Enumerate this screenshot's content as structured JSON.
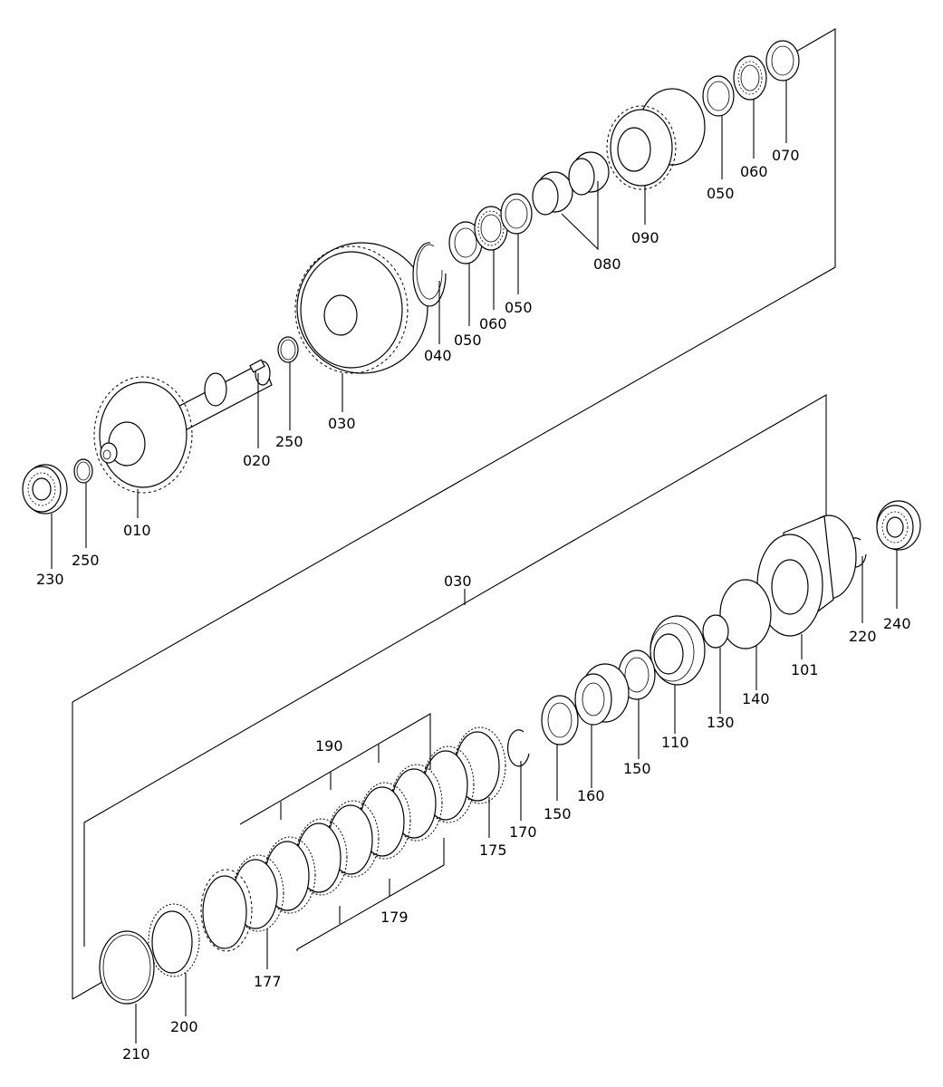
{
  "callouts": {
    "c230": "230",
    "c250a": "250",
    "c010": "010",
    "c020": "020",
    "c250b": "250",
    "c030a": "030",
    "c040": "040",
    "c050a": "050",
    "c060a": "060",
    "c050b": "050",
    "c080": "080",
    "c090": "090",
    "c050c": "050",
    "c060b": "060",
    "c070": "070",
    "c030b": "030",
    "c240": "240",
    "c220": "220",
    "c101": "101",
    "c140": "140",
    "c130": "130",
    "c110": "110",
    "c150a": "150",
    "c160": "160",
    "c150b": "150",
    "c170": "170",
    "c175": "175",
    "c190": "190",
    "c179": "179",
    "c177": "177",
    "c200": "200",
    "c210": "210"
  }
}
